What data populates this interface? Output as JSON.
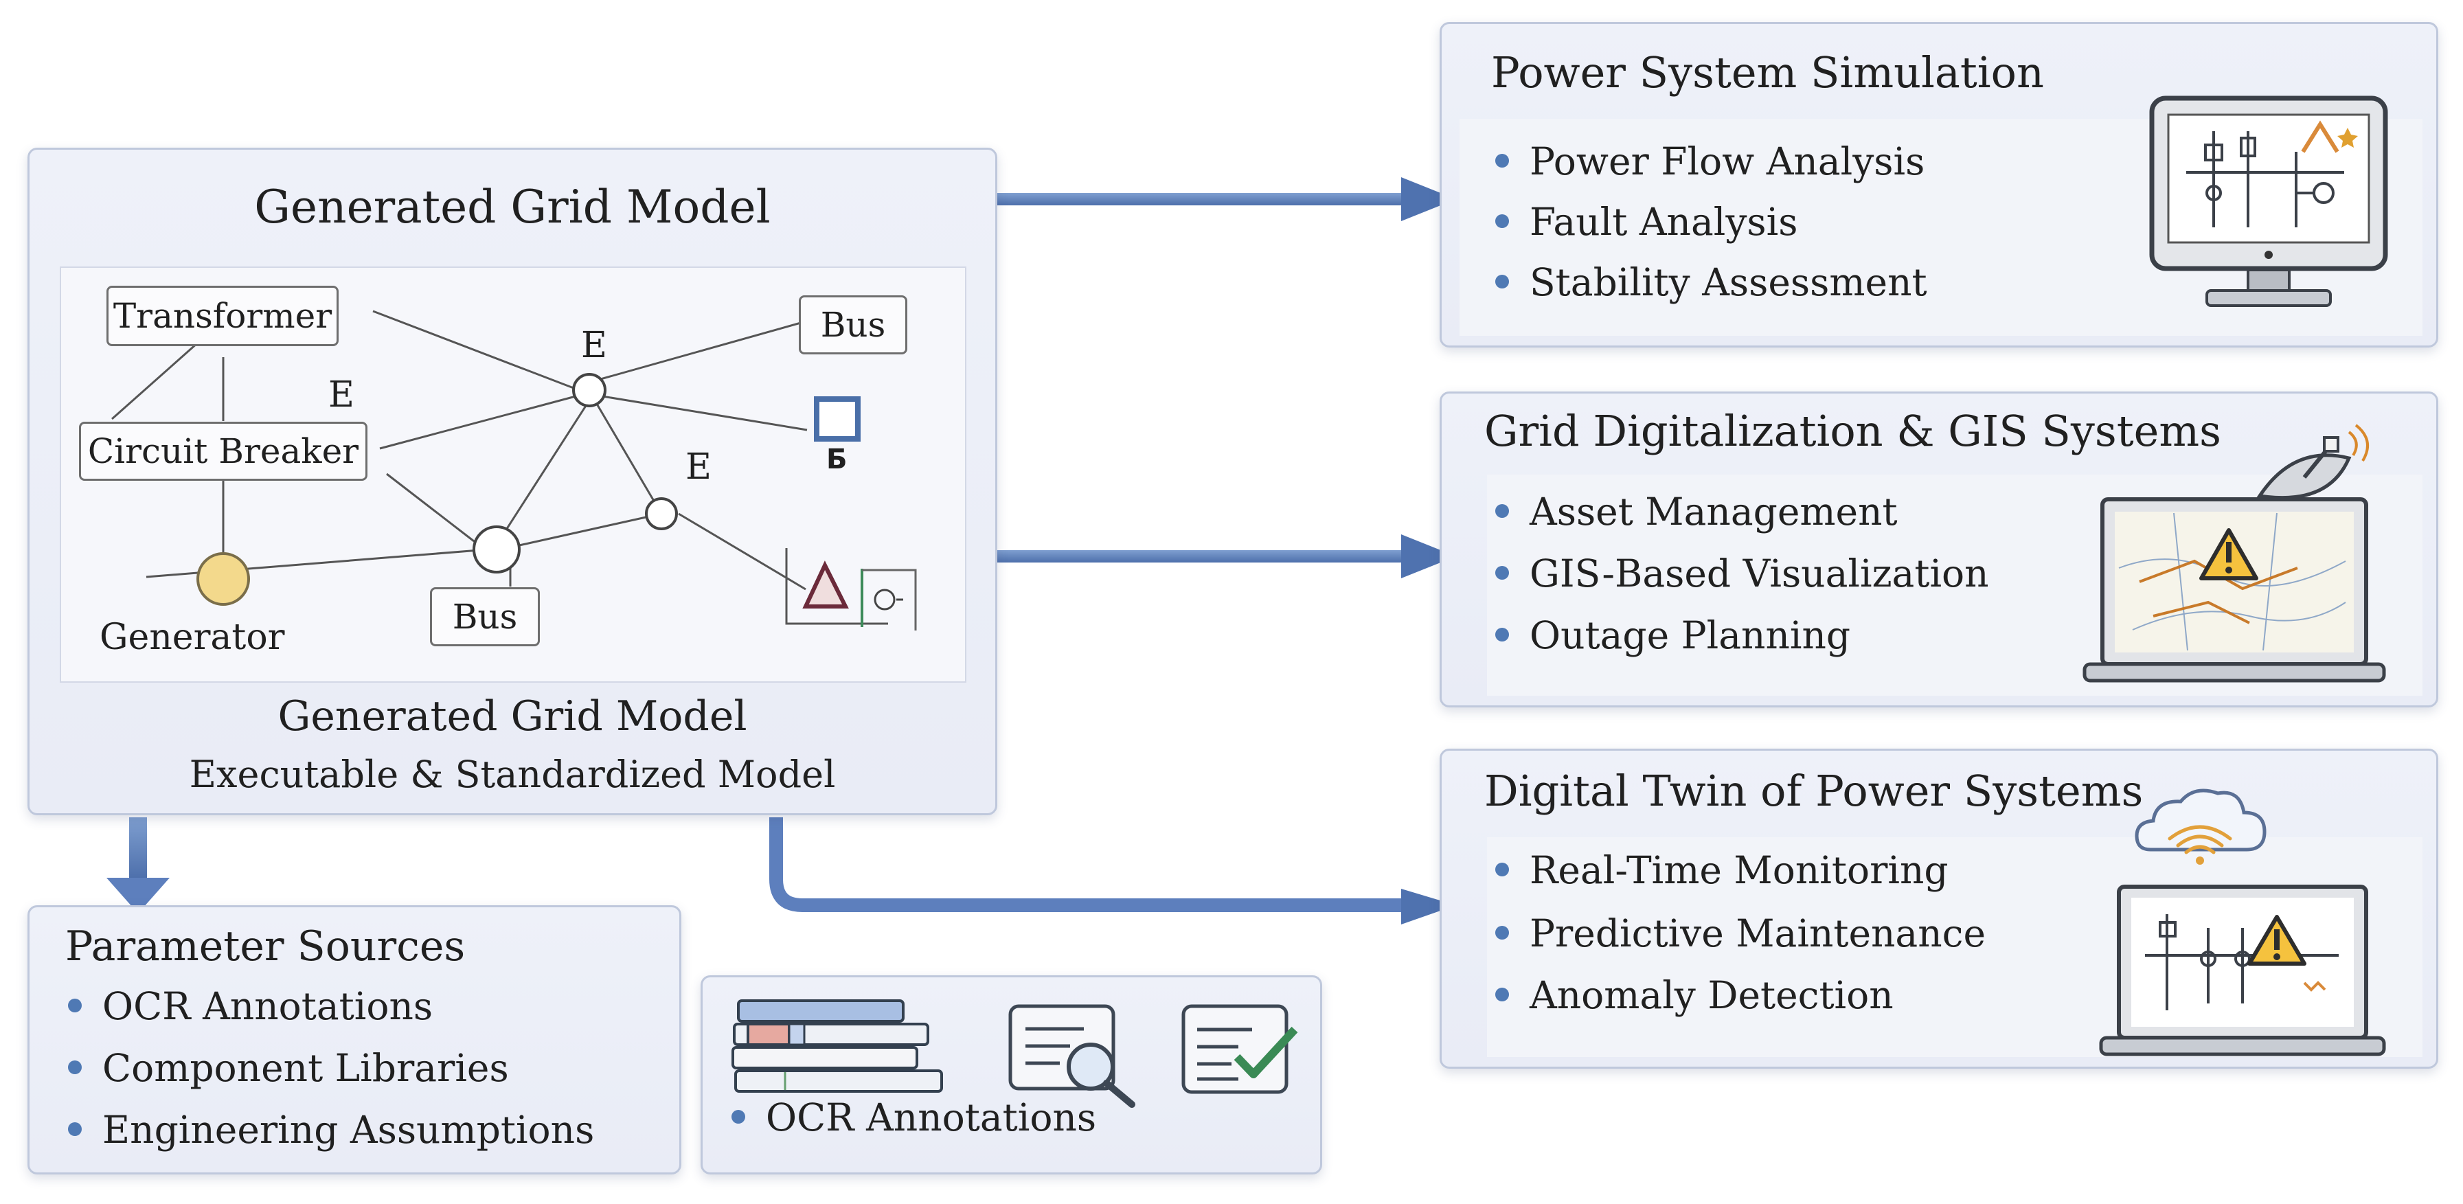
{
  "grid_model": {
    "title": "Generated Grid Model",
    "caption_title": "Generated Grid Model",
    "caption_subtitle": "Executable & Standardized Model",
    "diagram": {
      "transformer": "Transformer",
      "circuit_breaker": "Circuit Breaker",
      "generator": "Generator",
      "bus_bottom": "Bus",
      "bus_right": "Bus",
      "e_left": "E",
      "e_top": "E",
      "e_mid": "E",
      "b_glyph": "Б"
    }
  },
  "parameter_sources": {
    "title": "Parameter Sources",
    "items": [
      "OCR Annotations",
      "Component Libraries",
      "Engineering Assumptions"
    ]
  },
  "ocr_panel": {
    "item": "OCR Annotations",
    "icons": [
      "books-icon",
      "document-search-icon",
      "checklist-icon"
    ]
  },
  "simulation": {
    "title": "Power System Simulation",
    "items": [
      "Power Flow Analysis",
      "Fault Analysis",
      "Stability Assessment"
    ],
    "icon": "monitor-icon"
  },
  "gis": {
    "title": "Grid Digitalization & GIS Systems",
    "items": [
      "Asset Management",
      "GIS-Based Visualization",
      "Outage Planning"
    ],
    "icon": "laptop-satellite-icon"
  },
  "digital_twin": {
    "title": "Digital Twin of Power Systems",
    "items": [
      "Real-Time Monitoring",
      "Predictive Maintenance",
      "Anomaly Detection"
    ],
    "icon": "laptop-cloud-icon"
  },
  "colors": {
    "arrow": "#5577b3",
    "bullet": "#4f79b4",
    "generator": "#f3d98c",
    "warning": "#f5c23e"
  }
}
